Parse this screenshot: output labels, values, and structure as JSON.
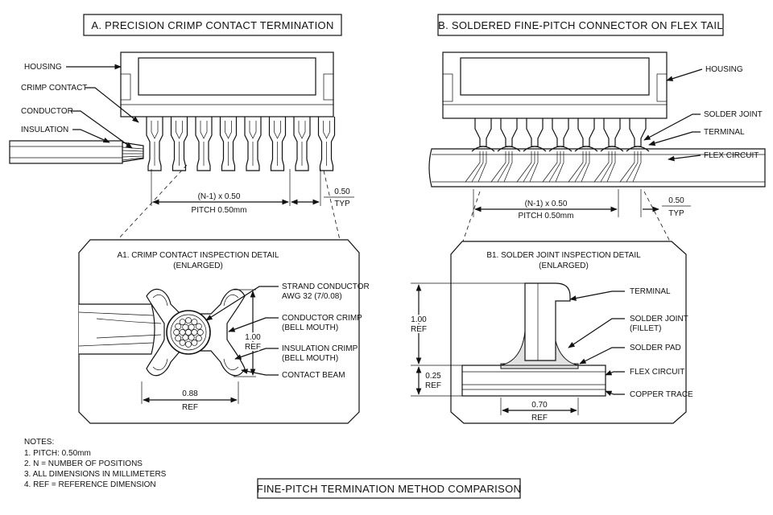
{
  "panel_a": {
    "title": "A.  PRECISION CRIMP CONTACT TERMINATION",
    "callouts": [
      "HOUSING",
      "CRIMP CONTACT",
      "CONDUCTOR",
      "INSULATION"
    ],
    "dim_pitch_top": "(N-1) x 0.50",
    "dim_pitch_bottom": "PITCH  0.50mm",
    "dim_typ_value": "0.50",
    "dim_typ_label": "TYP"
  },
  "panel_b": {
    "title": "B.  SOLDERED FINE-PITCH CONNECTOR ON FLEX TAIL",
    "callouts": [
      "HOUSING",
      "SOLDER JOINT",
      "TERMINAL",
      "FLEX CIRCUIT"
    ],
    "dim_pitch_top": "(N-1) x 0.50",
    "dim_pitch_bottom": "PITCH  0.50mm",
    "dim_typ_value": "0.50",
    "dim_typ_label": "TYP"
  },
  "detail_a1": {
    "title_line1": "A1.  CRIMP CONTACT INSPECTION DETAIL",
    "title_line2": "(ENLARGED)",
    "callouts": [
      {
        "line1": "STRAND CONDUCTOR",
        "line2": "AWG 32 (7/0.08)"
      },
      {
        "line1": "CONDUCTOR CRIMP",
        "line2": "(BELL MOUTH)"
      },
      {
        "line1": "INSULATION CRIMP",
        "line2": "(BELL MOUTH)"
      },
      {
        "line1": "CONTACT BEAM",
        "line2": ""
      }
    ],
    "dim_height_value": "1.00",
    "dim_height_label": "REF",
    "dim_width_value": "0.88",
    "dim_width_label": "REF"
  },
  "detail_b1": {
    "title_line1": "B1.  SOLDER JOINT INSPECTION DETAIL",
    "title_line2": "(ENLARGED)",
    "callouts": [
      {
        "line1": "TERMINAL",
        "line2": ""
      },
      {
        "line1": "SOLDER JOINT",
        "line2": "(FILLET)"
      },
      {
        "line1": "SOLDER PAD",
        "line2": ""
      },
      {
        "line1": "FLEX CIRCUIT",
        "line2": ""
      },
      {
        "line1": "COPPER TRACE",
        "line2": ""
      }
    ],
    "dim_height_value": "1.00",
    "dim_height_label": "REF",
    "dim_thick_value": "0.25",
    "dim_thick_label": "REF",
    "dim_width_value": "0.70",
    "dim_width_label": "REF"
  },
  "notes": {
    "heading": "NOTES:",
    "items": [
      "1.  PITCH: 0.50mm",
      "2.  N = NUMBER OF POSITIONS",
      "3.  ALL DIMENSIONS IN MILLIMETERS",
      "4.  REF = REFERENCE DIMENSION"
    ]
  },
  "footer_title": "FINE-PITCH TERMINATION METHOD COMPARISON"
}
